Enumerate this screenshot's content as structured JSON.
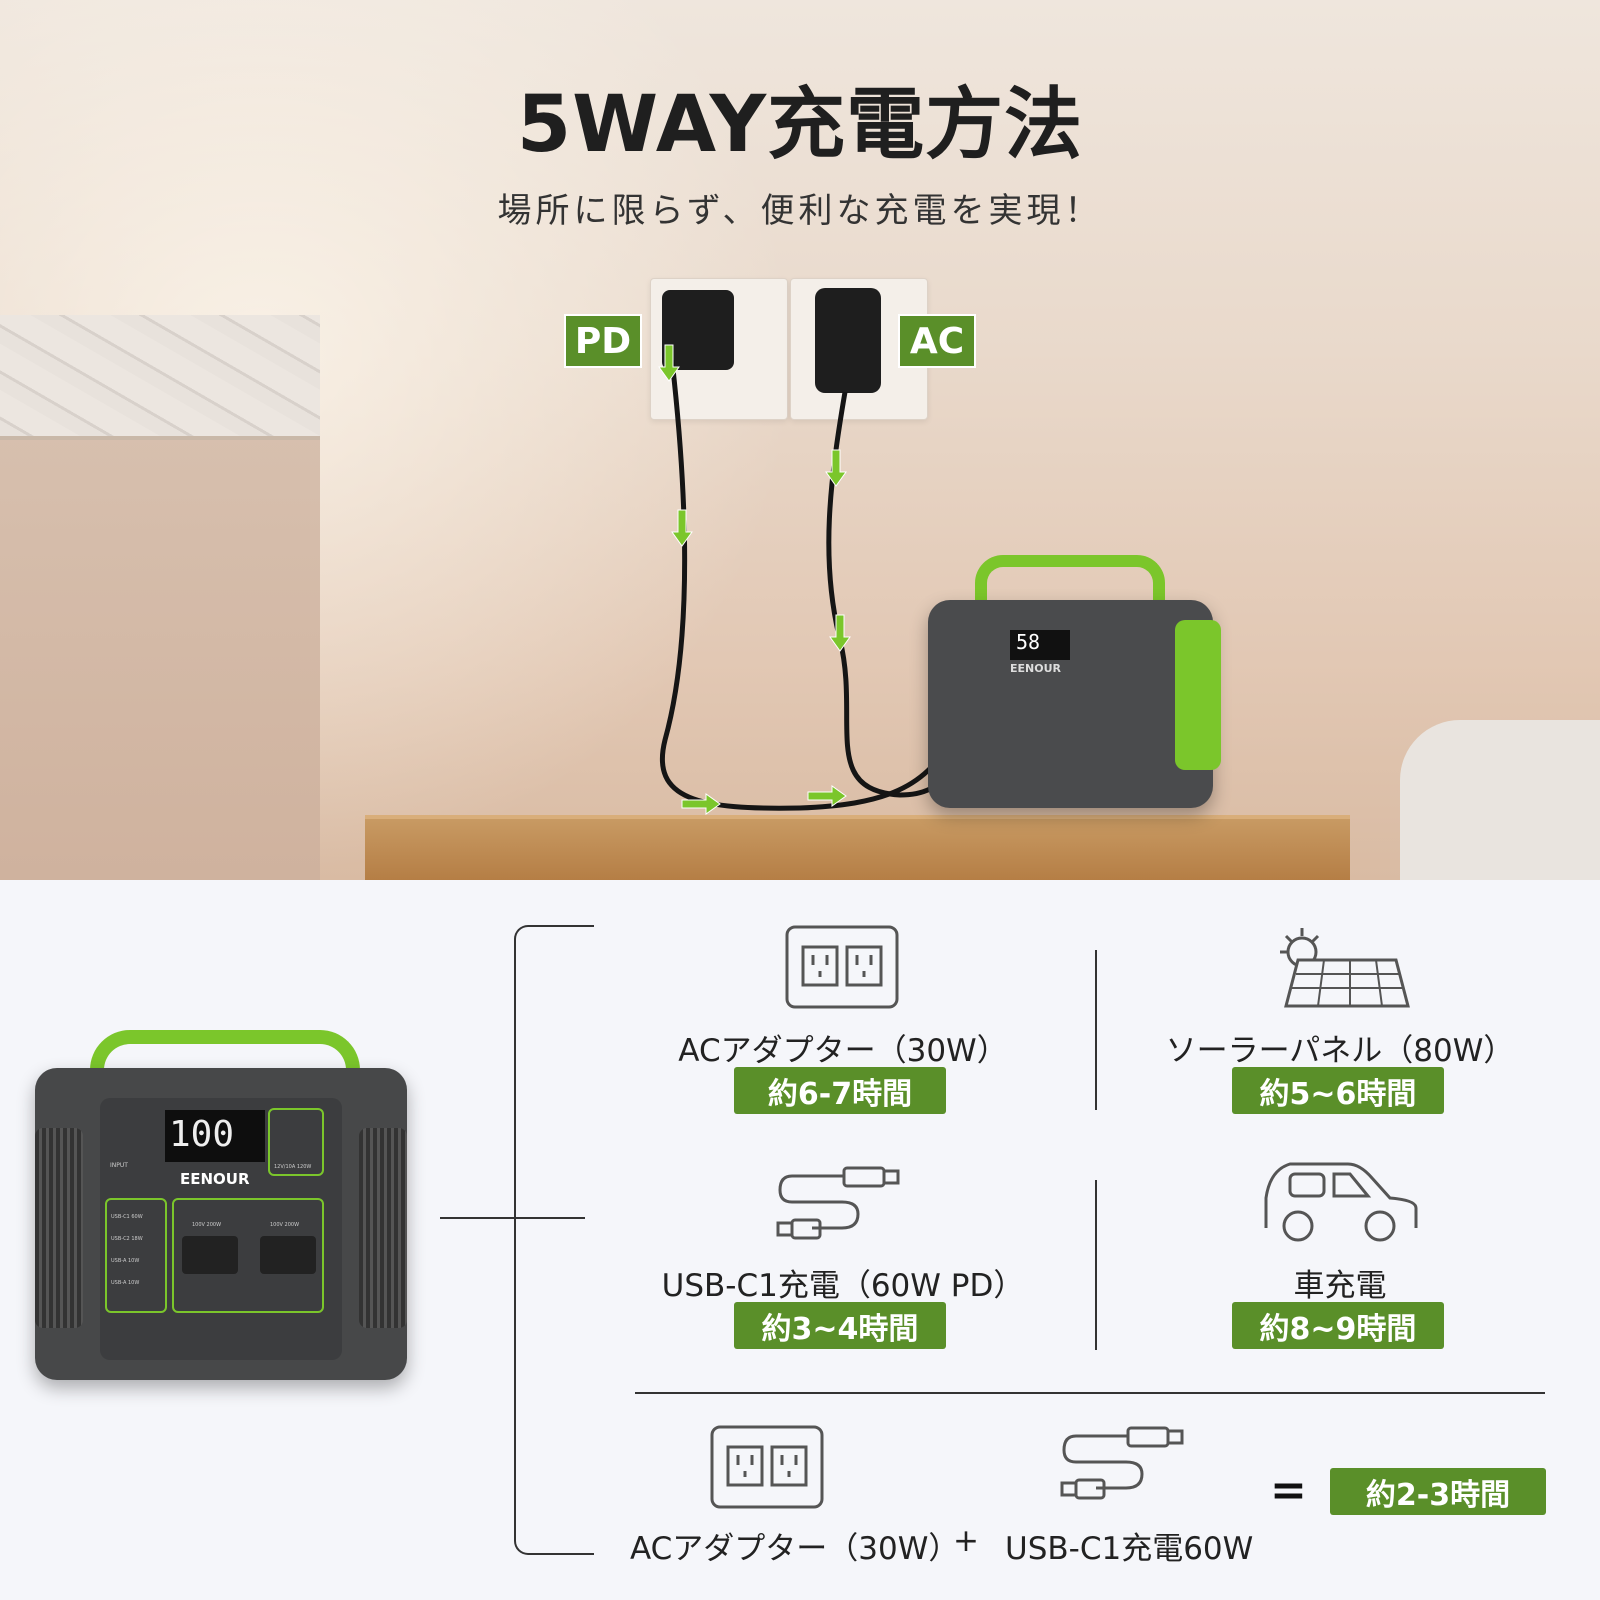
{
  "header": {
    "title": "5WAY充電方法",
    "subtitle": "場所に限らず、便利な充電を実現！"
  },
  "photo": {
    "tags": {
      "pd": "PD",
      "ac": "AC"
    },
    "brand": "EENOUR",
    "display": "58"
  },
  "product": {
    "brand": "EENOUR",
    "display": "100",
    "ports": {
      "input": "INPUT",
      "dc": "12V/10A 120W",
      "usb_c1": "USB-C1 60W",
      "usb_c2": "USB-C2 18W",
      "usb_a1": "USB-A 10W",
      "usb_a2": "USB-A 10W",
      "ac1": "100V 200W",
      "ac2": "100V 200W"
    }
  },
  "methods": [
    {
      "icon": "ac-outlet-icon",
      "label": "ACアダプター（30W）",
      "time": "約6-7時間"
    },
    {
      "icon": "solar-panel-icon",
      "label": "ソーラーパネル（80W）",
      "time": "約5~6時間"
    },
    {
      "icon": "usb-c-cable-icon",
      "label": "USB-C1充電（60W PD）",
      "time": "約3~4時間"
    },
    {
      "icon": "car-icon",
      "label": "車充電",
      "time": "約8~9時間"
    }
  ],
  "combo": {
    "label_a": "ACアダプター（30W）",
    "plus": "+",
    "label_b": "USB-C1充電60W",
    "equals": "=",
    "time": "約2-3時間"
  },
  "colors": {
    "accent": "#5a8f29",
    "device_green": "#7bc62b"
  }
}
